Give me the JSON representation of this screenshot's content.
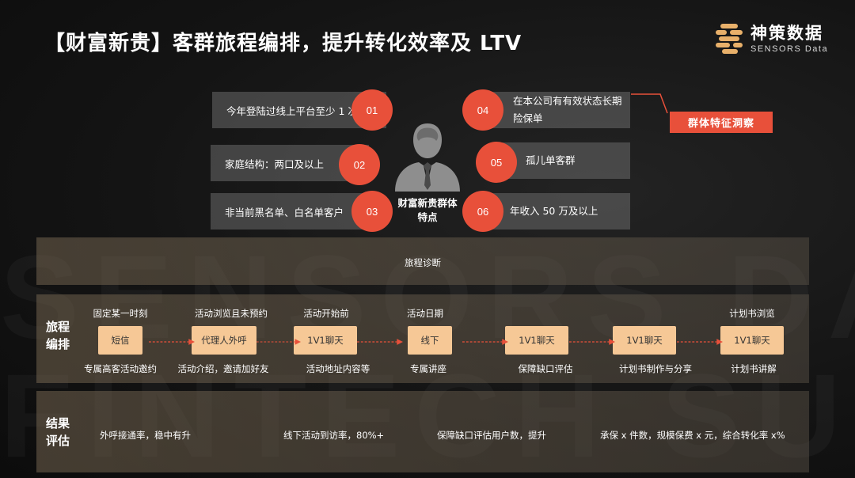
{
  "title": "【财富新贵】客群旅程编排，提升转化效率及 LTV",
  "logo": {
    "cn": "神策数据",
    "en": "SENSORS Data"
  },
  "background_watermark": [
    "SENSORS DATA",
    "FINTECH SUMMIT"
  ],
  "traits": [
    {
      "num": "01",
      "text": "今年登陆过线上平台至少 1 次"
    },
    {
      "num": "02",
      "text": "家庭结构：两口及以上"
    },
    {
      "num": "03",
      "text": "非当前黑名单、白名单客户"
    },
    {
      "num": "04",
      "text": "在本公司有有效状态长期险保单"
    },
    {
      "num": "05",
      "text": "孤儿单客群"
    },
    {
      "num": "06",
      "text": "年收入 50 万及以上"
    }
  ],
  "center_label": "财富新贵群体特点",
  "insight_tag": "群体特征洞察",
  "diagnosis_label": "旅程诊断",
  "journey": {
    "label": "旅程编排",
    "stages": [
      {
        "top": "固定某一时刻",
        "node": "短信",
        "bottom": "专属高客活动邀约"
      },
      {
        "top": "活动浏览且未预约",
        "node": "代理人外呼",
        "bottom": "活动介绍，邀请加好友"
      },
      {
        "top": "活动开始前",
        "node": "1V1聊天",
        "bottom": "活动地址内容等"
      },
      {
        "top": "活动日期",
        "node": "线下",
        "bottom": "专属讲座"
      },
      {
        "top": "",
        "node": "1V1聊天",
        "bottom": "保障缺口评估"
      },
      {
        "top": "",
        "node": "1V1聊天",
        "bottom": "计划书制作与分享"
      },
      {
        "top": "计划书浏览",
        "node": "1V1聊天",
        "bottom": "计划书讲解"
      }
    ]
  },
  "results": {
    "label": "结果评估",
    "items": [
      "外呼接通率，稳中有升",
      "线下活动到访率，80%+",
      "保障缺口评估用户数，提升",
      "承保 x 件数，规模保费 x 元，综合转化率 x%"
    ]
  },
  "colors": {
    "accent_red": "#e8503a",
    "node_peach": "#f6c896",
    "logo_gold": "#e8b06a"
  }
}
